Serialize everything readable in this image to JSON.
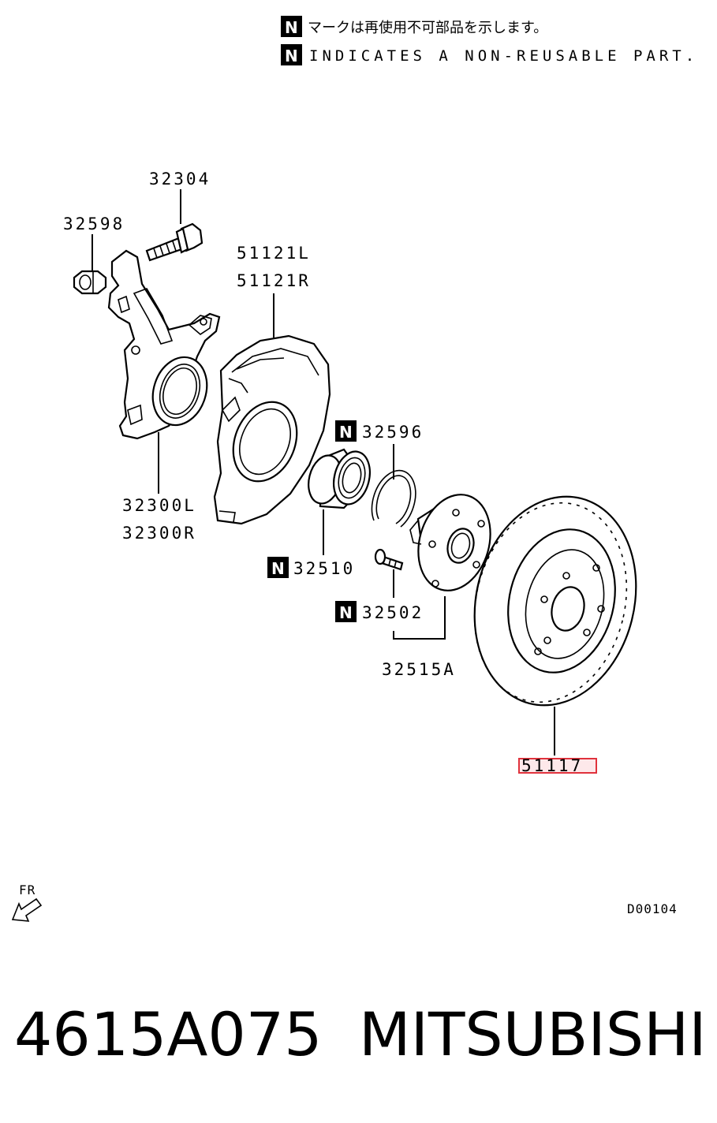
{
  "header": {
    "notice_jp": "マークは再使用不可部品を示します。",
    "notice_en": "INDICATES A NON-REUSABLE PART.",
    "n_symbol": "N"
  },
  "labels": {
    "p32304": "32304",
    "p32598": "32598",
    "p51121L": "51121L",
    "p51121R": "51121R",
    "p32300L": "32300L",
    "p32300R": "32300R",
    "p32596": "32596",
    "p32510": "32510",
    "p32502": "32502",
    "p32515A": "32515A",
    "p51117": "51117"
  },
  "direction_label": "FR",
  "diagram_code": "D00104",
  "footer": {
    "part_number": "4615A075",
    "brand": "MITSUBISHI"
  },
  "colors": {
    "highlight_border": "#e0323c",
    "highlight_fill": "#fde8ea",
    "n_box": "#000000"
  }
}
